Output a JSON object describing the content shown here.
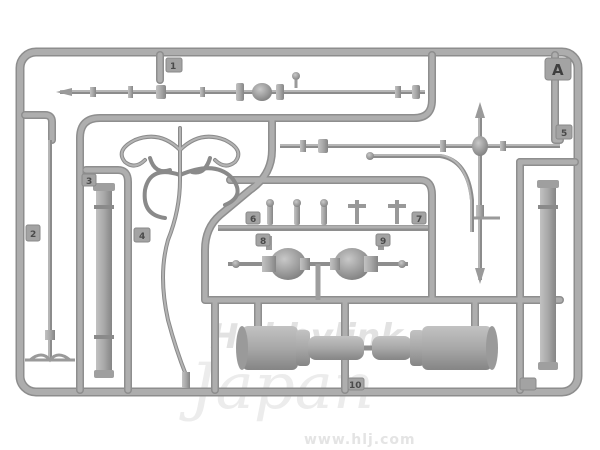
{
  "sprue": {
    "letter": "A",
    "part_numbers": [
      "1",
      "2",
      "3",
      "4",
      "5",
      "6",
      "7",
      "8",
      "9",
      "10"
    ]
  },
  "watermark": {
    "brand": "Hobbylink",
    "script": "Japan",
    "url": "www.hlj.com"
  },
  "colors": {
    "background": "#ffffff",
    "plastic": "#a9a9a9",
    "plastic_shadow": "#8a8a8a",
    "plastic_highlight": "#c4c4c4",
    "watermark": "#e6e6e6"
  }
}
